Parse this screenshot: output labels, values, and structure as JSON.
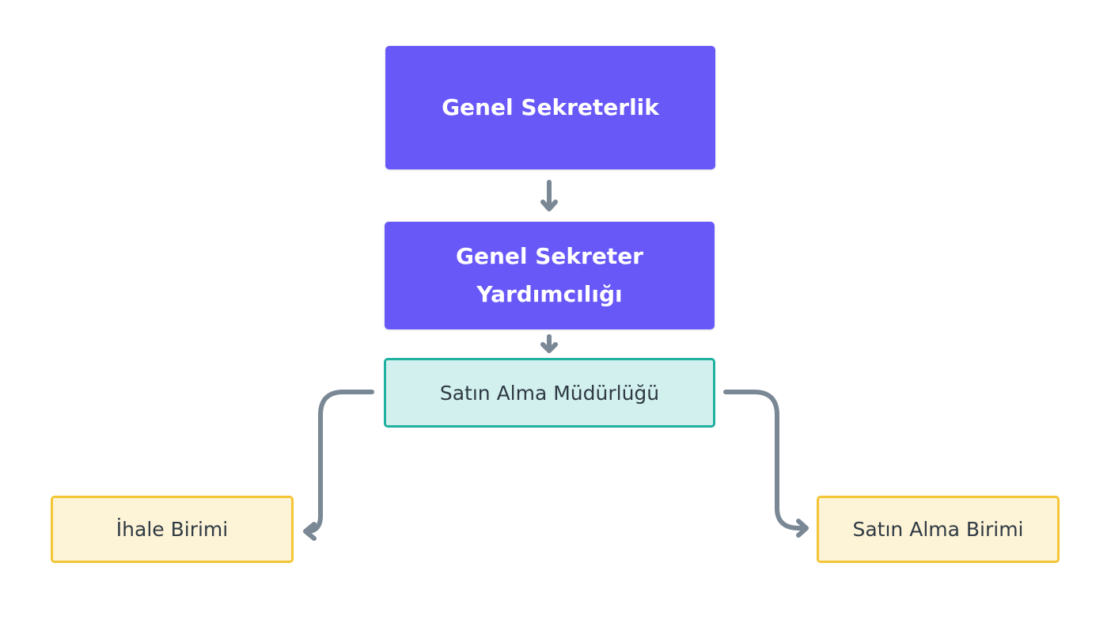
{
  "nodes": {
    "genel_sekreterlik": "Genel Sekreterlik",
    "genel_sekreter_yardimciligi_line1": "Genel Sekreter",
    "genel_sekreter_yardimciligi_line2": "Yardımcılığı",
    "satin_alma_mudurlugu": "Satın Alma Müdürlüğü",
    "ihale_birimi": "İhale Birimi",
    "satin_alma_birimi": "Satın Alma Birimi"
  },
  "colors": {
    "primary_fill": "#6858f7",
    "teal_fill": "#d2f0ee",
    "teal_border": "#1fb0a0",
    "yellow_fill": "#fdf3d6",
    "yellow_border": "#f4c534",
    "connector": "#7a8794"
  }
}
